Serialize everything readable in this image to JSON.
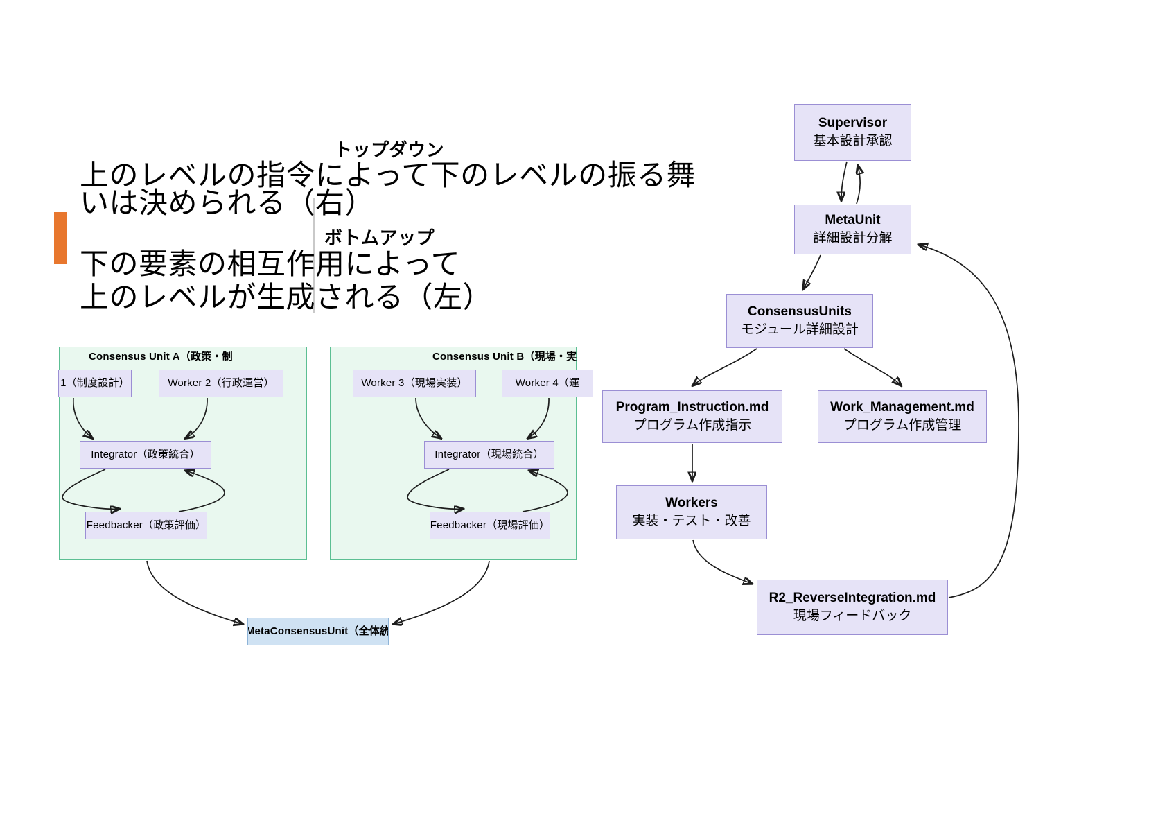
{
  "slide": {
    "accent_color": "#E8772E",
    "node_fill": "#E6E3F7",
    "node_border": "#9B8FD4",
    "cluster_fill": "#E9F8EF",
    "cluster_border": "#5CBF93",
    "meta_fill": "#CFE2F3"
  },
  "text_block": {
    "topdown_kicker": "トップダウン",
    "topdown_line1": "上のレベルの指令によって下のレベルの振る舞",
    "topdown_line2": "いは決められる（右）",
    "bottomup_kicker": "ボトムアップ",
    "bottomup_line1": "下の要素の相互作用によって",
    "bottomup_line2": "上のレベルが生成される（左）"
  },
  "right_flow": {
    "nodes": [
      {
        "id": "supervisor",
        "line1": "Supervisor",
        "line2": "基本設計承認"
      },
      {
        "id": "metaunit",
        "line1": "MetaUnit",
        "line2": "詳細設計分解"
      },
      {
        "id": "consensus",
        "line1": "ConsensusUnits",
        "line2": "モジュール詳細設計"
      },
      {
        "id": "program",
        "line1": "Program_Instruction.md",
        "line2": "プログラム作成指示"
      },
      {
        "id": "work",
        "line1": "Work_Management.md",
        "line2": "プログラム作成管理"
      },
      {
        "id": "workers",
        "line1": "Workers",
        "line2": "実装・テスト・改善"
      },
      {
        "id": "reverse",
        "line1": "R2_ReverseIntegration.md",
        "line2": "現場フィードバック"
      }
    ]
  },
  "left_flow": {
    "cluster_a_title": "Consensus Unit A（政策・制",
    "cluster_b_title": "Consensus Unit B（現場・実",
    "nodes": [
      {
        "id": "worker1",
        "label": "1（制度設計）"
      },
      {
        "id": "worker2",
        "label": "Worker 2（行政運営）"
      },
      {
        "id": "integrator-a",
        "label": "Integrator（政策統合）"
      },
      {
        "id": "feedbacker-a",
        "label": "Feedbacker（政策評価）"
      },
      {
        "id": "worker3",
        "label": "Worker 3（現場実装）"
      },
      {
        "id": "worker4",
        "label": "Worker 4（運"
      },
      {
        "id": "integrator-b",
        "label": "Integrator（現場統合）"
      },
      {
        "id": "feedbacker-b",
        "label": "Feedbacker（現場評価）"
      }
    ],
    "meta_node": {
      "id": "metaconsensus",
      "label": "MetaConsensusUnit（全体統"
    }
  }
}
